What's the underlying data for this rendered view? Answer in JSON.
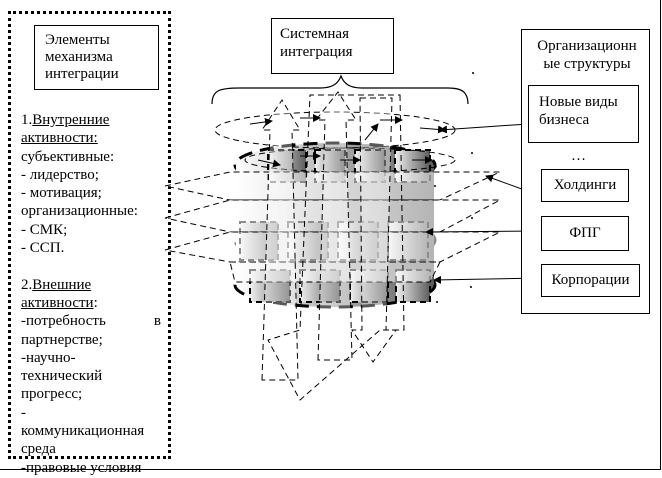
{
  "mechanism": {
    "title_lines": [
      "Элементы",
      "механизма",
      "интеграции"
    ],
    "internal_num": "1.",
    "internal_head_a": "Внутренние",
    "internal_head_b": "активности:",
    "subjective": "субъективные:",
    "leadership": "- лидерство;",
    "motivation": "- мотивация;",
    "organizational": "организационные:",
    "smk": "- СМК;",
    "ssp": "- ССП.",
    "external_num": "2.",
    "external_head_a": "Внешние",
    "external_head_b": "активности",
    "external_colon": ":",
    "need_a": "-потребность",
    "need_b": "в",
    "need_c": "партнерстве;",
    "sci_a": "-научно-",
    "sci_b": "технический",
    "sci_c": "прогресс;",
    "dash": "-",
    "comm": "коммуникационная",
    "env": "среда",
    "legal": "-правовые условия"
  },
  "integration": {
    "lines": [
      "Системная",
      "интеграция"
    ]
  },
  "structures": {
    "title_lines": [
      "Организационн",
      "ые структуры"
    ],
    "new_business": [
      "Новые виды",
      "бизнеса"
    ],
    "ellipsis": "…",
    "holdings": "Холдинги",
    "fpg": "ФПГ",
    "corporations": "Корпорации"
  },
  "colors": {
    "line": "#000000",
    "fill_dark": "#6e6e6e",
    "fill_light": "#e6e6e6",
    "background": "#ffffff"
  }
}
